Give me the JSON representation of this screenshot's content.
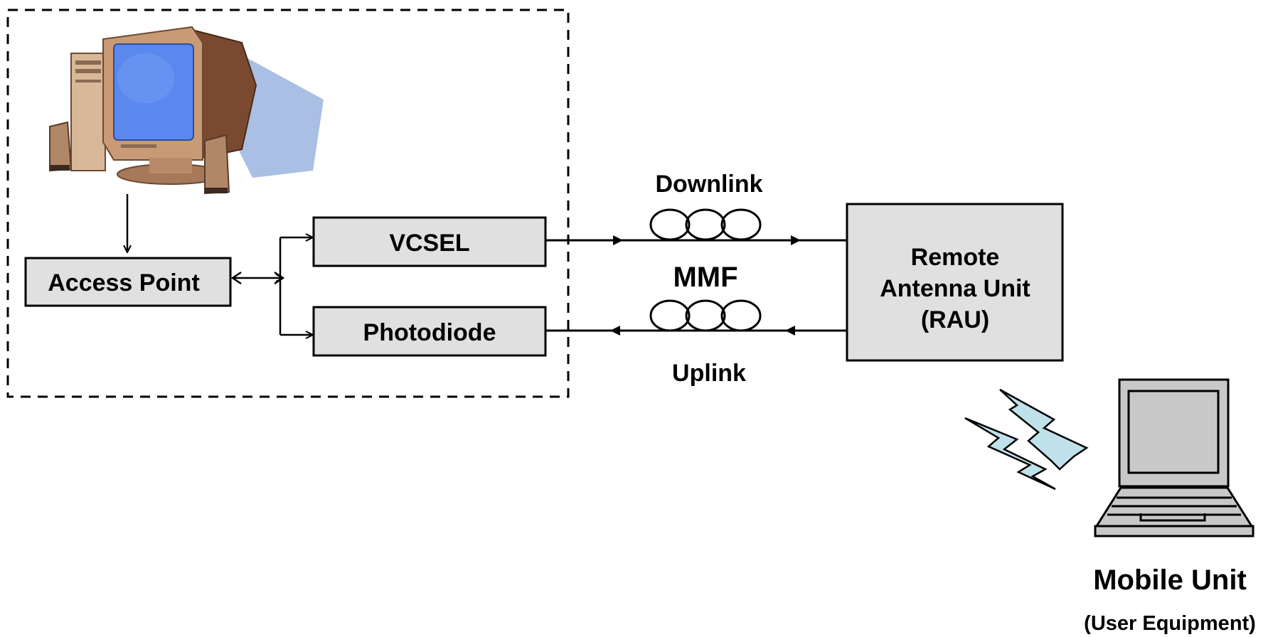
{
  "boxes": {
    "access_point": "Access Point",
    "vcsel": "VCSEL",
    "photodiode": "Photodiode",
    "rau_line1": "Remote",
    "rau_line2": "Antenna Unit",
    "rau_line3": "(RAU)"
  },
  "link_labels": {
    "downlink": "Downlink",
    "fiber": "MMF",
    "uplink": "Uplink"
  },
  "mobile": {
    "title": "Mobile Unit",
    "subtitle": "(User Equipment)"
  },
  "icons": {
    "computer": "desktop-computer-icon",
    "laptop": "laptop-icon",
    "wireless": "wireless-signal-icon",
    "fiber_coil": "fiber-coil-icon"
  },
  "colors": {
    "box_fill": "#e0e0e0",
    "monitor_screen": "#5b88ee",
    "monitor_body": "#c89a76",
    "monitor_shadow": "#a9bfe3",
    "wireless_fill": "#bfe1ea",
    "laptop_screen": "#c8c8c8"
  }
}
